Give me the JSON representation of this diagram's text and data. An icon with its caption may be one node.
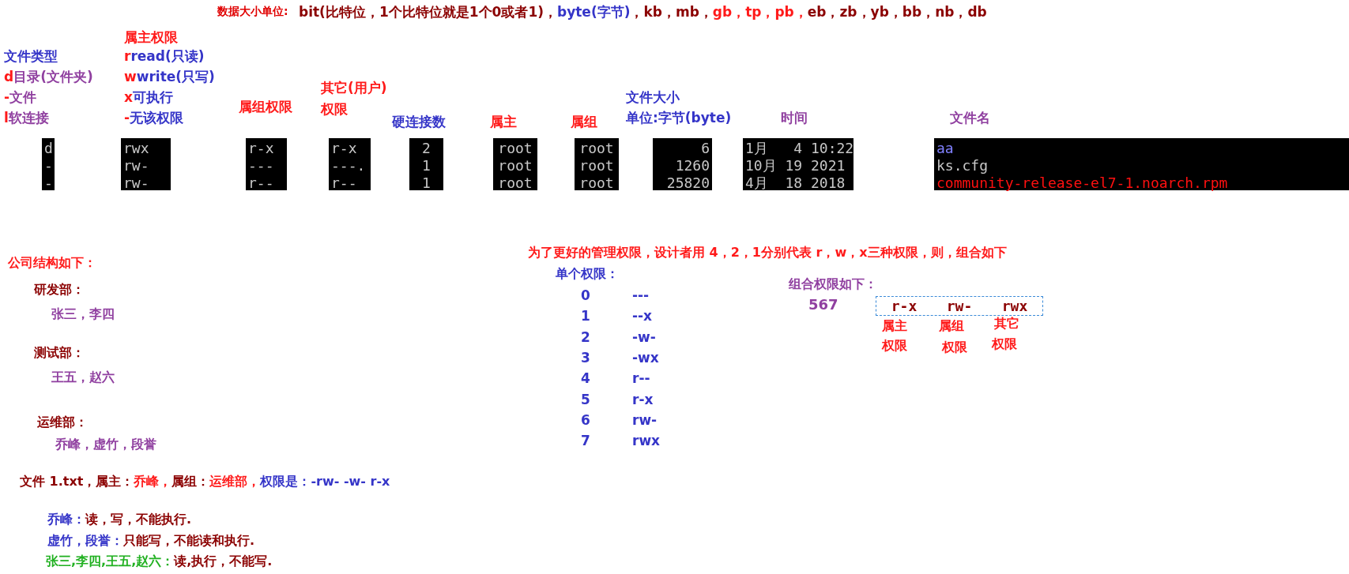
{
  "diagram": {
    "nodes": [
      {
        "text": [
          "d",
          "-",
          "-"
        ]
      },
      {
        "text": [
          "rwx",
          "rw-",
          "rw-"
        ]
      },
      {
        "text": [
          "r-x",
          "---",
          "r--"
        ]
      },
      {
        "text": [
          "r-x",
          "---.",
          "r--"
        ]
      },
      {
        "text": [
          "2",
          "1",
          "1"
        ]
      },
      {
        "text": [
          "root",
          "root",
          "root"
        ]
      },
      {
        "text": [
          "root",
          "root",
          "root"
        ]
      },
      {
        "text": [
          "6",
          "1260",
          "25820"
        ]
      },
      {
        "text": [
          "1月   4 10:22",
          "10月 19 2021",
          "4月  18 2018"
        ]
      },
      {
        "text": [
          "aa",
          "ks.cfg",
          "community-release-el7-1.noarch.rpm"
        ]
      },
      {
        "text": [
          "r-x",
          "rw-",
          "rwx"
        ]
      }
    ],
    "labels": [
      "数据大小单位:",
      "bit(比特位，1个比特位就是1个0或者1)，",
      "byte(字节)",
      "，kb，mb，",
      "gb，tp，pb，",
      "eb，zb，yb，bb，nb，db",
      "文件类型",
      "d",
      "目录(文件夹)",
      "-",
      "文件",
      "l",
      "软连接",
      "属主权限",
      "r",
      "read(只读)",
      "w",
      "write(只写)",
      "x",
      "可执行",
      "-",
      "无该权限",
      "属组权限",
      "其它(用户)",
      "权限",
      "硬连接数",
      "属主",
      "属组",
      "文件大小",
      "单位:字节(byte)",
      "时间",
      "文件名",
      "公司结构如下：",
      "研发部：",
      "张三，李四",
      "测试部：",
      "王五，赵六",
      "运维部：",
      "乔峰，虚竹，段誉",
      "文件 1.txt，属主：",
      "乔峰，",
      "属组：",
      "运维部，",
      "权限是：",
      "-rw- -w- r-x",
      "乔峰：",
      "读，写，不能执行.",
      "虚竹，段誉：",
      "只能写，不能读和执行.",
      "张三,李四,王五,赵六：",
      "读,执行，不能写.",
      "为了更好的管理权限，设计者用 4，2，1分别代表 r，w，x三种权限，则，组合如下",
      "单个权限：",
      "0",
      "1",
      "2",
      "3",
      "4",
      "5",
      "6",
      "7",
      "---",
      "--x",
      "-w-",
      "-wx",
      "r--",
      "r-x",
      "rw-",
      "rwx",
      "组合权限如下：",
      "567",
      "属主",
      "权限",
      "属组",
      "权限",
      "其它",
      "权限"
    ]
  }
}
